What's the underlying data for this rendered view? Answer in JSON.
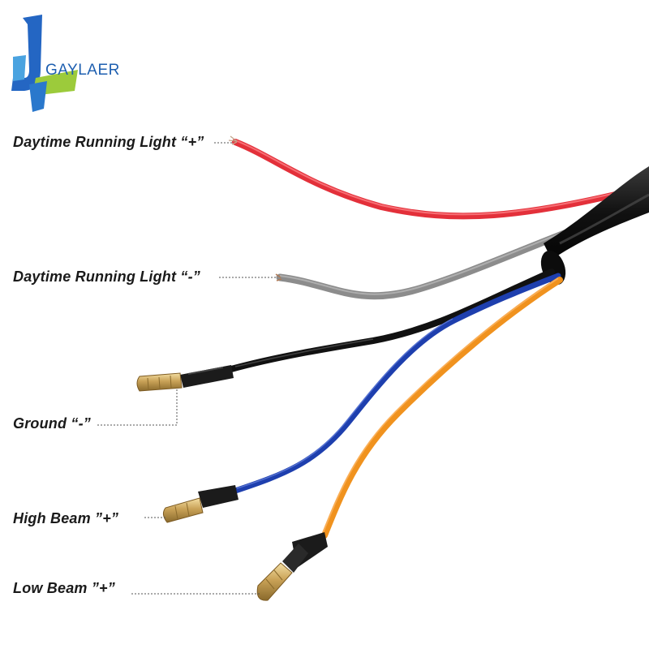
{
  "brand": {
    "name": "GAYLAER",
    "logo_colors": [
      "#2466c3",
      "#9ccb3b",
      "#4aa3e0"
    ]
  },
  "wires": [
    {
      "label": "Daytime Running Light “+”",
      "color": "#e3303a"
    },
    {
      "label": "Daytime Running Light “-”",
      "color": "#8c8c8c"
    },
    {
      "label": "Ground “-”",
      "color": "#111111"
    },
    {
      "label": "High Beam ”+”",
      "color": "#1e3fae"
    },
    {
      "label": "Low Beam ”+”",
      "color": "#f0921e"
    }
  ],
  "colors": {
    "sheath": "#151515",
    "connector": "#c9a257",
    "leader_line": "#555555"
  }
}
